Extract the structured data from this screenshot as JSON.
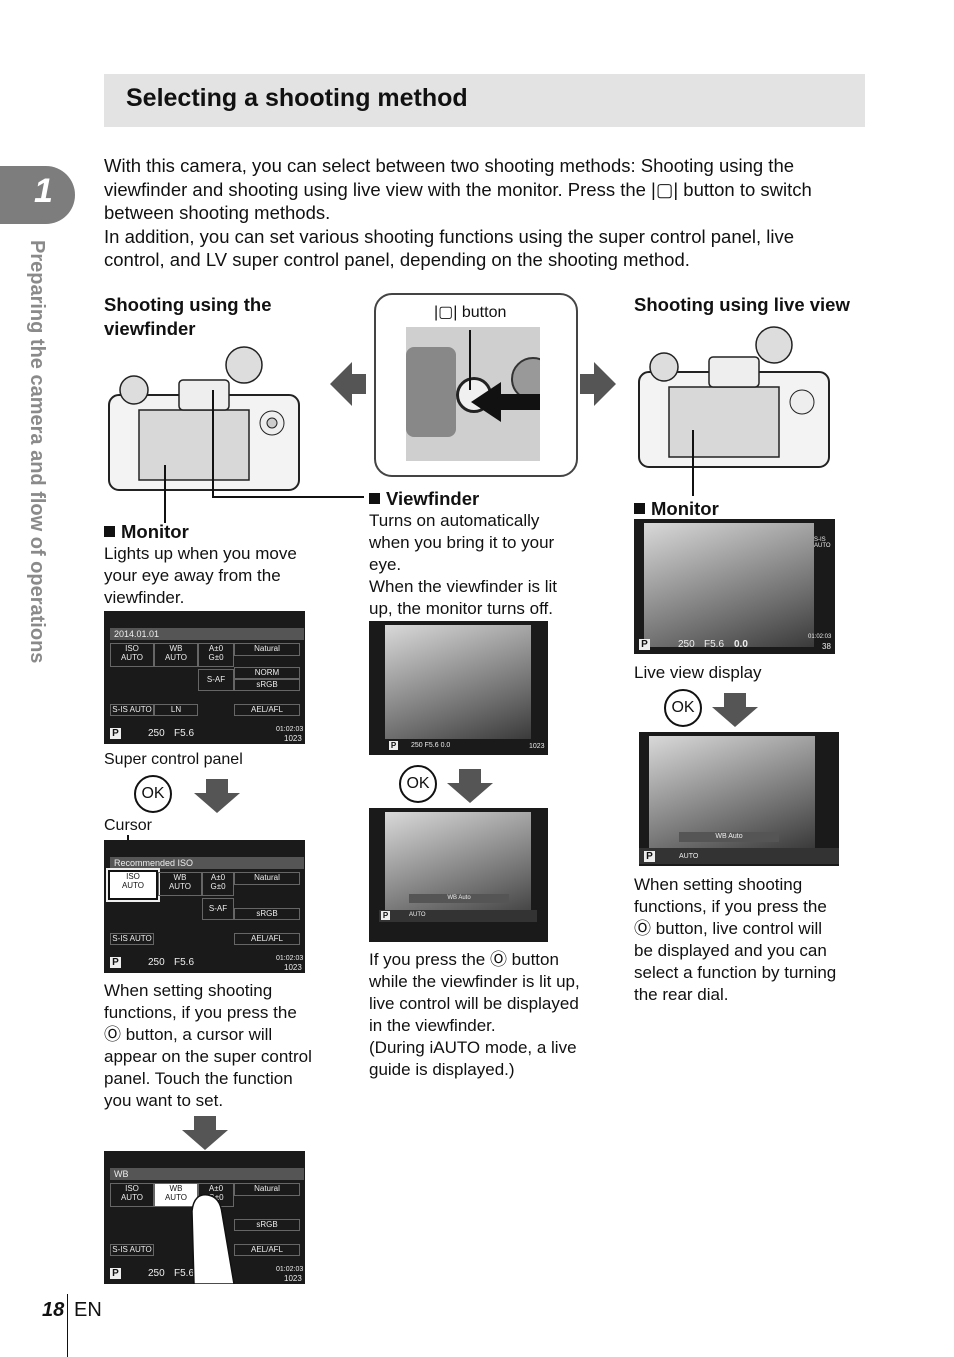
{
  "page": {
    "title": "Selecting a shooting method",
    "chapter_number": "1",
    "chapter_title": "Preparing the camera and flow of operations",
    "page_number": "18",
    "lang": "EN"
  },
  "intro": {
    "line1": "With this camera, you can select between two shooting methods: Shooting using the",
    "line2": "viewfinder and shooting using live view with the monitor. Press the |▢| button to switch",
    "line3": "between shooting methods.",
    "line4": "In addition, you can set various shooting functions using the super control panel, live",
    "line5": "control, and LV super control panel, depending on the shooting method."
  },
  "left": {
    "heading1": "Shooting using the",
    "heading2": "viewfinder",
    "monitor_label": "Monitor",
    "monitor_text": [
      "Lights up when you move",
      "your eye away from the",
      "viewfinder."
    ],
    "scp_caption": "Super control panel",
    "cursor_caption": "Cursor",
    "setting_text": [
      "When setting shooting",
      "functions, if you press the",
      "Ⓞ button, a cursor will",
      "appear on the super control",
      "panel. Touch the function",
      "you want to set."
    ]
  },
  "center": {
    "button_label": "|▢| button",
    "viewfinder_label": "Viewfinder",
    "viewfinder_text": [
      "Turns on automatically",
      "when you bring it to your",
      "eye.",
      "When the viewfinder is lit",
      "up, the monitor turns off."
    ],
    "press_text": [
      "If you press the Ⓞ button",
      "while the viewfinder is lit up,",
      "live control will be displayed",
      "in the viewfinder.",
      "(During iAUTO mode, a live",
      "guide is displayed.)"
    ]
  },
  "right": {
    "heading": "Shooting using live view",
    "monitor_label": "Monitor",
    "lv_caption": "Live view display",
    "setting_text": [
      "When setting shooting",
      "functions, if you press the",
      "Ⓞ button, live control will",
      "be displayed and you can",
      "select a function by turning",
      "the rear dial."
    ]
  },
  "screens": {
    "scp1_header": "2014.01.01",
    "scp2_header": "Recommended ISO",
    "scp3_header": "WB",
    "iso": "ISO\nAUTO",
    "wb": "WB\nAUTO",
    "ag": "A±0\nG±0",
    "natural": "Natural",
    "saf": "S-AF",
    "srgb": "sRGB",
    "norm": "NORM",
    "aelafl": "AEL/AFL",
    "sis": "S-IS AUTO",
    "ln": "LN",
    "mode": "P",
    "shutter": "250",
    "aperture": "F5.6",
    "time": "01:02:03",
    "count": "1023",
    "lv_ev": "0.0",
    "lv_count": "38",
    "lv_mode_sis": "S-IS AUTO",
    "wb_auto": "WB Auto",
    "ok": "OK",
    "auto": "AUTO",
    "vf_status": "250 F5.6  0.0"
  },
  "colors": {
    "title_bar": "#e3e3e3",
    "tab": "#7d7d7d",
    "vtext": "#8a8a8a"
  }
}
